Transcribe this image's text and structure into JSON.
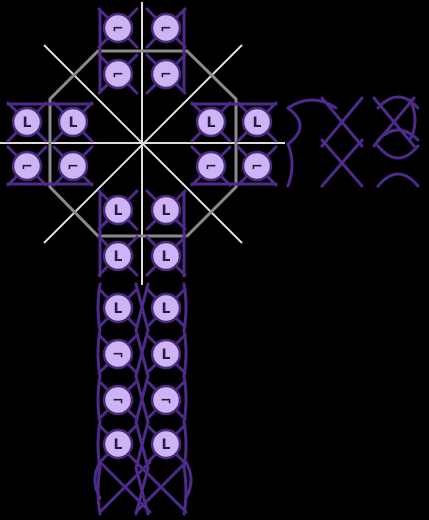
{
  "colors": {
    "background": "#000000",
    "node_fill": "#cdb4f5",
    "node_stroke": "#4a2a80",
    "thread": "#4e2a8a",
    "octagon": "#8a8a8a",
    "guide_lines": "#dddddd",
    "label": "#2a1a4a"
  },
  "nodes": [
    {
      "label": "⌐",
      "area": "top-arm"
    },
    {
      "label": "⌐",
      "area": "top-arm"
    },
    {
      "label": "⌐",
      "area": "top-arm"
    },
    {
      "label": "⌐",
      "area": "top-arm"
    },
    {
      "label": "L",
      "area": "left-arm"
    },
    {
      "label": "L",
      "area": "left-arm"
    },
    {
      "label": "⌐",
      "area": "left-arm"
    },
    {
      "label": "⌐",
      "area": "left-arm"
    },
    {
      "label": "L",
      "area": "right-arm"
    },
    {
      "label": "L",
      "area": "right-arm"
    },
    {
      "label": "⌐",
      "area": "right-arm"
    },
    {
      "label": "⌐",
      "area": "right-arm"
    },
    {
      "label": "L",
      "area": "center-bottom"
    },
    {
      "label": "L",
      "area": "center-bottom"
    },
    {
      "label": "L",
      "area": "center-bottom"
    },
    {
      "label": "L",
      "area": "center-bottom"
    },
    {
      "label": "L",
      "area": "stem"
    },
    {
      "label": "L",
      "area": "stem"
    },
    {
      "label": "¬",
      "area": "stem"
    },
    {
      "label": "L",
      "area": "stem"
    },
    {
      "label": "¬",
      "area": "stem"
    },
    {
      "label": "¬",
      "area": "stem"
    },
    {
      "label": "L",
      "area": "stem"
    },
    {
      "label": "L",
      "area": "stem"
    }
  ]
}
